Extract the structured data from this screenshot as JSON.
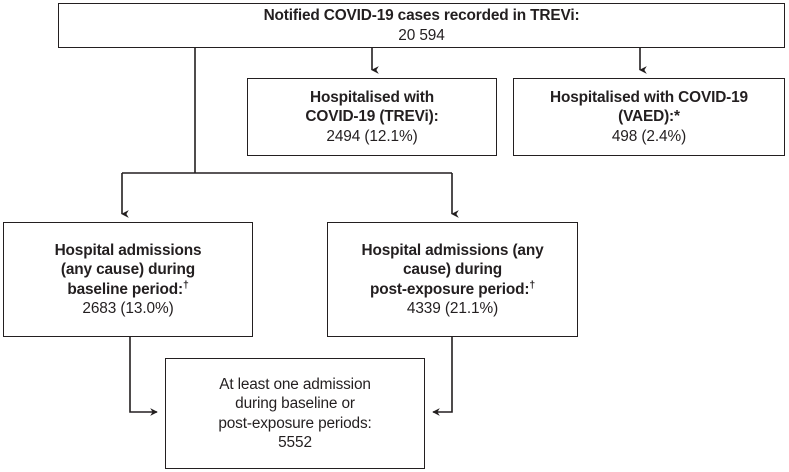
{
  "diagram": {
    "title": "Notified COVID-19 cases recorded in TREVi flow diagram",
    "stroke_color": "#231f20",
    "background_color": "#ffffff"
  },
  "nodes": {
    "notified": {
      "name": "notified-cases",
      "heading": "Notified COVID-19 cases recorded in TREVi:",
      "value": "20 594"
    },
    "hosp_trevi": {
      "name": "hospitalised-trevi",
      "heading_line1": "Hospitalised with",
      "heading_line2": "COVID-19 (TREVi):",
      "value": "2494 (12.1%)"
    },
    "hosp_vaed": {
      "name": "hospitalised-vaed",
      "heading_line1": "Hospitalised with COVID-19",
      "heading_line2": "(VAED):*",
      "value": "498 (2.4%)"
    },
    "adm_baseline": {
      "name": "admissions-baseline",
      "heading_line1": "Hospital admissions",
      "heading_line2": "(any cause) during",
      "heading_line3": "baseline period:",
      "heading_marker": "†",
      "value": "2683 (13.0%)"
    },
    "adm_postexp": {
      "name": "admissions-post-exposure",
      "heading_line1": "Hospital admissions (any",
      "heading_line2": "cause) during",
      "heading_line3": "post-exposure period:",
      "heading_marker": "†",
      "value": "4339 (21.1%)"
    },
    "adm_any": {
      "name": "admissions-either-period",
      "heading_line1": "At least one admission",
      "heading_line2": "during baseline or",
      "heading_line3": "post-exposure periods:",
      "value": "5552"
    }
  },
  "chart_data": {
    "type": "diagram",
    "title": "Notified COVID-19 cases recorded in TREVi",
    "layout": "top-down flowchart",
    "total": 20594,
    "total_label": "20 594",
    "nodes": [
      {
        "id": "notified",
        "label": "Notified COVID-19 cases recorded in TREVi:",
        "count": 20594,
        "count_label": "20 594",
        "percent": null,
        "level": 0
      },
      {
        "id": "hosp_trevi",
        "label": "Hospitalised with COVID-19 (TREVi):",
        "count": 2494,
        "count_label": "2494 (12.1%)",
        "percent": 12.1,
        "level": 1
      },
      {
        "id": "hosp_vaed",
        "label": "Hospitalised with COVID-19 (VAED):*",
        "count": 498,
        "count_label": "498 (2.4%)",
        "percent": 2.4,
        "level": 1
      },
      {
        "id": "adm_baseline",
        "label": "Hospital admissions (any cause) during baseline period:†",
        "count": 2683,
        "count_label": "2683 (13.0%)",
        "percent": 13.0,
        "level": 2
      },
      {
        "id": "adm_postexp",
        "label": "Hospital admissions (any cause) during post-exposure period:†",
        "count": 4339,
        "count_label": "4339 (21.1%)",
        "percent": 21.1,
        "level": 2
      },
      {
        "id": "adm_any",
        "label": "At least one admission during baseline or post-exposure periods:",
        "count": 5552,
        "count_label": "5552",
        "percent": null,
        "level": 3
      }
    ],
    "edges": [
      {
        "from": "notified",
        "to": "hosp_trevi"
      },
      {
        "from": "notified",
        "to": "hosp_vaed"
      },
      {
        "from": "notified",
        "to": "adm_baseline"
      },
      {
        "from": "notified",
        "to": "adm_postexp"
      },
      {
        "from": "adm_baseline",
        "to": "adm_any"
      },
      {
        "from": "adm_postexp",
        "to": "adm_any"
      }
    ],
    "footnote_markers": [
      "*",
      "†"
    ]
  }
}
